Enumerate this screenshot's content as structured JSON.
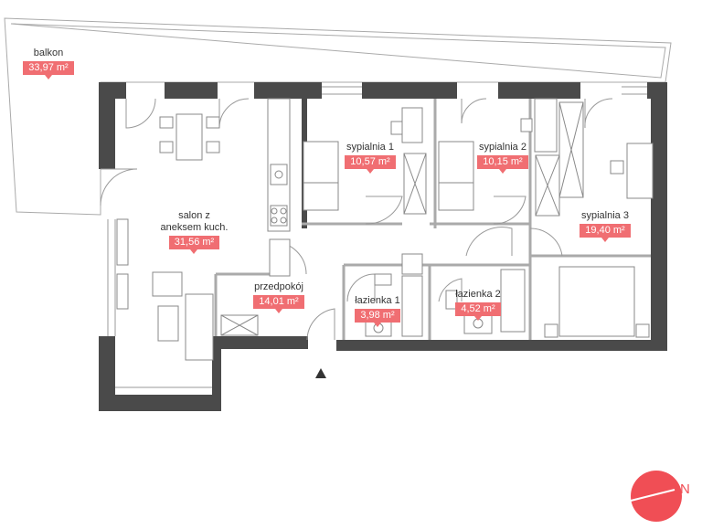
{
  "rooms": [
    {
      "id": "balkon",
      "name": "balkon",
      "area": "33,97 m²"
    },
    {
      "id": "salon",
      "name_line1": "salon z",
      "name_line2": "aneksem kuch.",
      "area": "31,56 m²"
    },
    {
      "id": "przedpokoj",
      "name": "przedpokój",
      "area": "14,01 m²"
    },
    {
      "id": "sypialnia1",
      "name": "sypialnia 1",
      "area": "10,57 m²"
    },
    {
      "id": "sypialnia2",
      "name": "sypialnia 2",
      "area": "10,15 m²"
    },
    {
      "id": "sypialnia3",
      "name": "sypialnia 3",
      "area": "19,40 m²"
    },
    {
      "id": "lazienka1",
      "name": "łazienka 1",
      "area": "3,98 m²"
    },
    {
      "id": "lazienka2",
      "name": "łazienka 2",
      "area": "4,52 m²"
    }
  ],
  "compass": {
    "letter": "N",
    "icon": "compass-icon",
    "color": "#f04e55"
  },
  "colors": {
    "wall": "#4a4a4a",
    "accent": "#f06e72",
    "line": "#999999"
  },
  "entrance": {
    "icon": "entrance-arrow-icon"
  }
}
